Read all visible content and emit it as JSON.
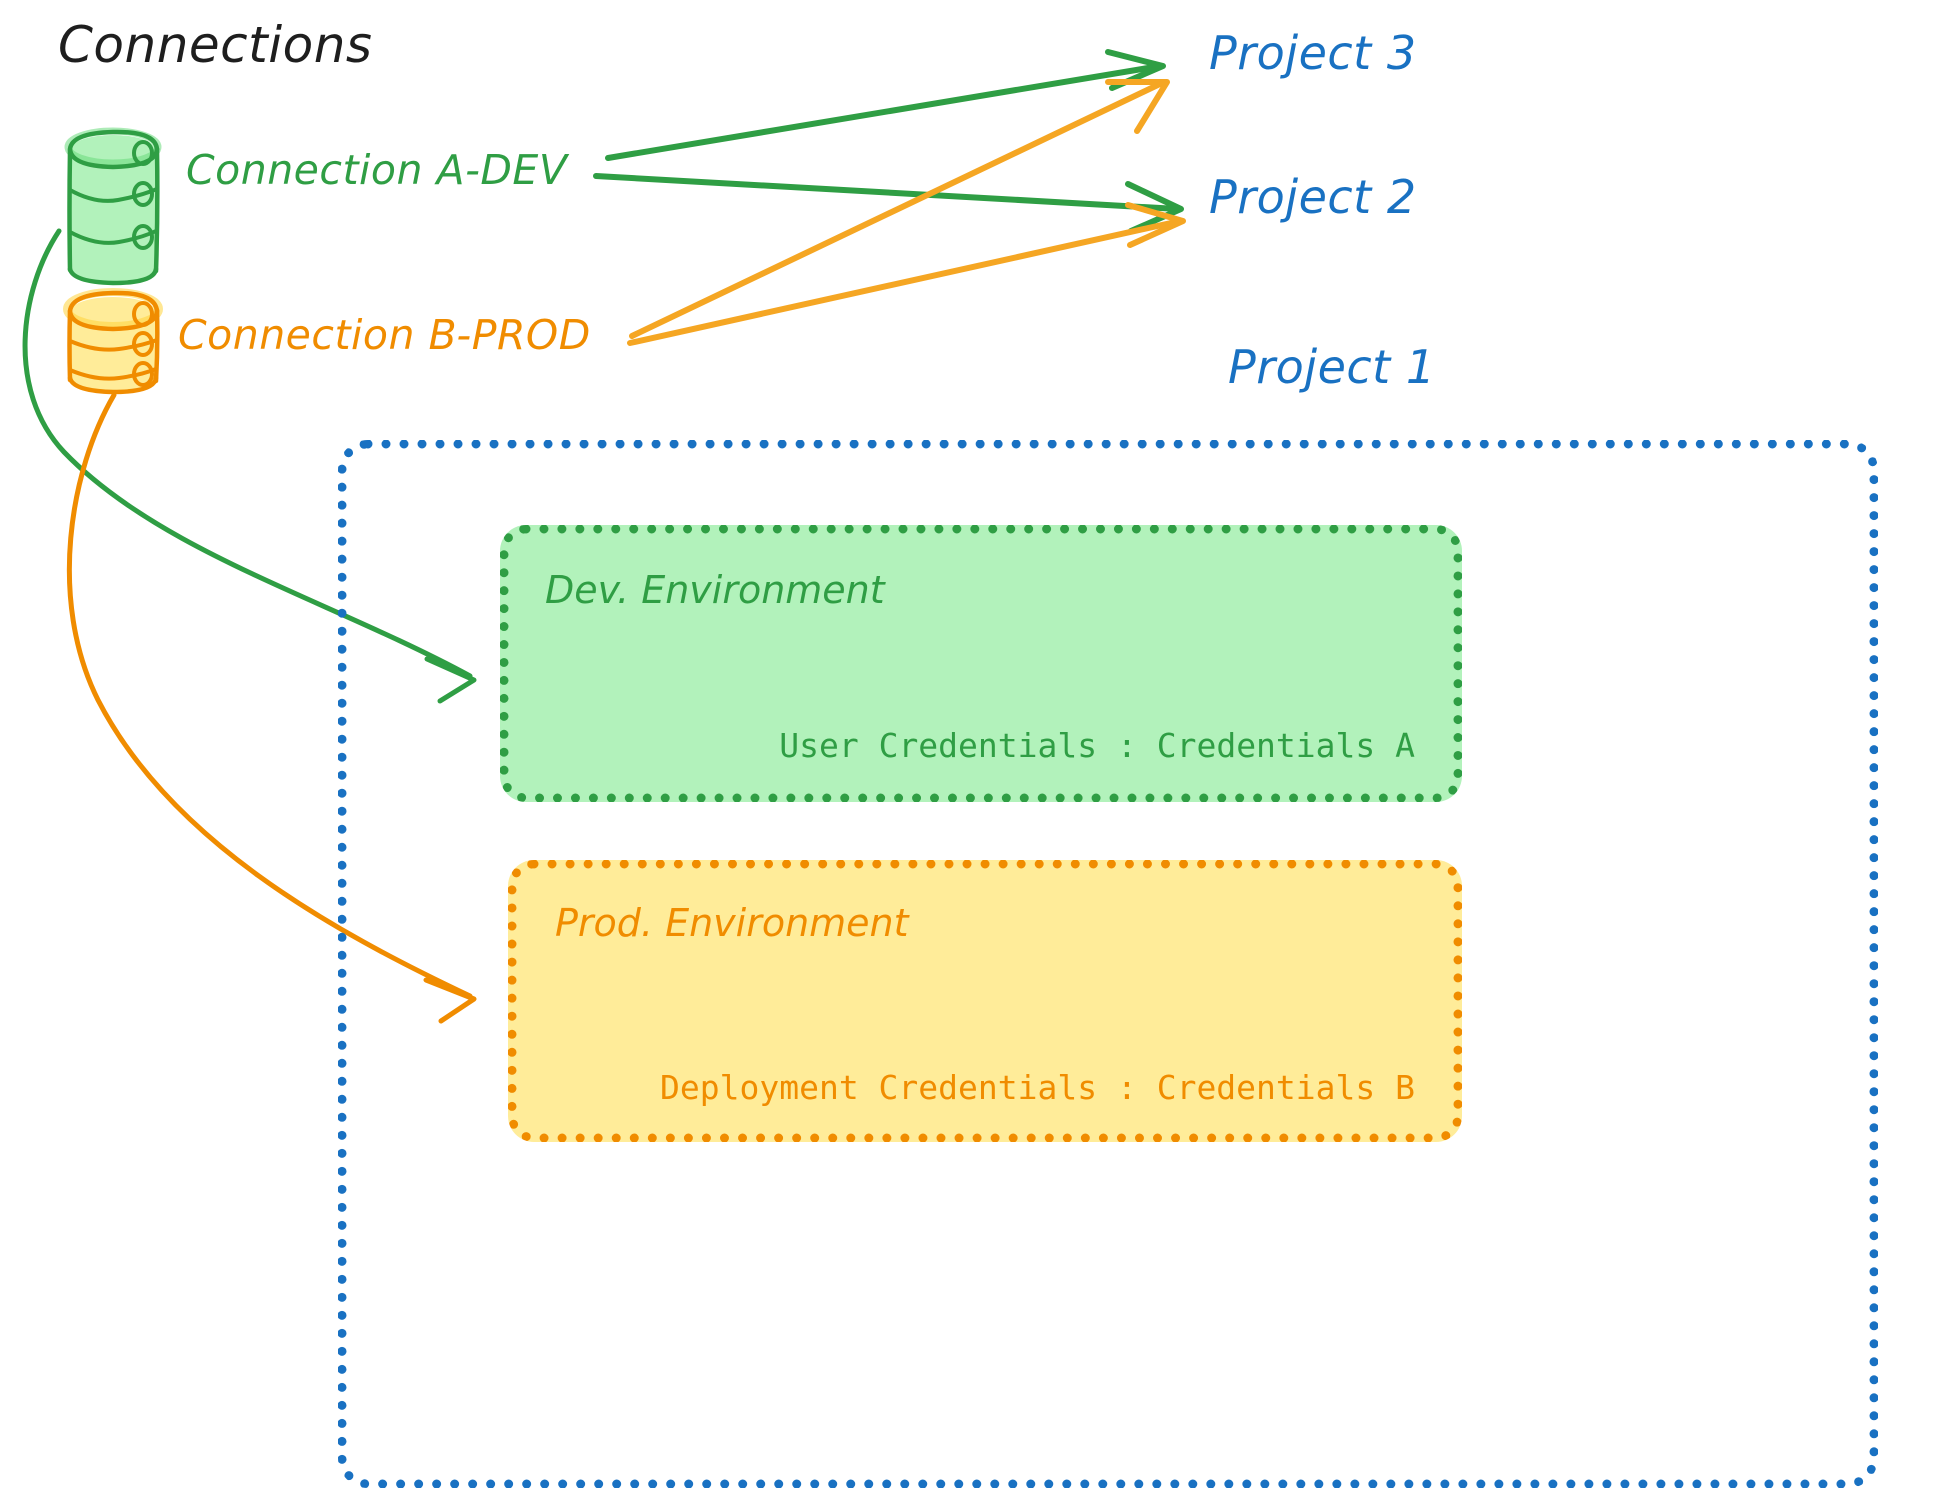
{
  "diagram": {
    "title": "Connections",
    "connections": [
      {
        "id": "connection-a",
        "label": "Connection A-DEV",
        "color": "#2f9e44",
        "fill": "#b2f2bb",
        "icon": "database-cylinder-icon"
      },
      {
        "id": "connection-b",
        "label": "Connection B-PROD",
        "color": "#f08c00",
        "fill": "#ffec99",
        "icon": "database-cylinder-icon"
      }
    ],
    "projects": [
      {
        "id": "project-3",
        "label": "Project 3",
        "color": "#1971c2"
      },
      {
        "id": "project-2",
        "label": "Project 2",
        "color": "#1971c2"
      },
      {
        "id": "project-1",
        "label": "Project 1",
        "color": "#1971c2"
      }
    ],
    "project1_container": {
      "border_color": "#1971c2",
      "border_style": "dotted"
    },
    "environments": [
      {
        "id": "dev-environment",
        "title": "Dev. Environment",
        "credentials_label": "User Credentials",
        "credentials_separator": ":",
        "credentials_value": "Credentials A",
        "credentials_line": "User Credentials : Credentials A",
        "color": "#2f9e44",
        "fill": "#b2f2bb"
      },
      {
        "id": "prod-environment",
        "title": "Prod. Environment",
        "credentials_label": "Deployment Credentials",
        "credentials_separator": ":",
        "credentials_value": "Credentials B",
        "credentials_line": "Deployment Credentials : Credentials B",
        "color": "#f08c00",
        "fill": "#ffec99"
      }
    ],
    "arrows": [
      {
        "id": "arrow-a-to-project3",
        "from": "Connection A-DEV",
        "to": "Project 3",
        "color": "#2f9e44"
      },
      {
        "id": "arrow-a-to-project2",
        "from": "Connection A-DEV",
        "to": "Project 2",
        "color": "#2f9e44"
      },
      {
        "id": "arrow-a-to-dev-env",
        "from": "Connection A-DEV",
        "to": "Dev. Environment",
        "color": "#2f9e44"
      },
      {
        "id": "arrow-b-to-project3",
        "from": "Connection B-PROD",
        "to": "Project 3",
        "color": "#f5a623"
      },
      {
        "id": "arrow-b-to-project2",
        "from": "Connection B-PROD",
        "to": "Project 2",
        "color": "#f5a623"
      },
      {
        "id": "arrow-b-to-prod-env",
        "from": "Connection B-PROD",
        "to": "Prod. Environment",
        "color": "#f08c00"
      }
    ],
    "colors": {
      "green_stroke": "#2f9e44",
      "green_fill": "#b2f2bb",
      "orange_stroke": "#f08c00",
      "orange_fill": "#ffec99",
      "yellow_arrow": "#f5a623",
      "blue": "#1971c2",
      "black": "#1e1e1e",
      "background": "#ffffff"
    }
  }
}
